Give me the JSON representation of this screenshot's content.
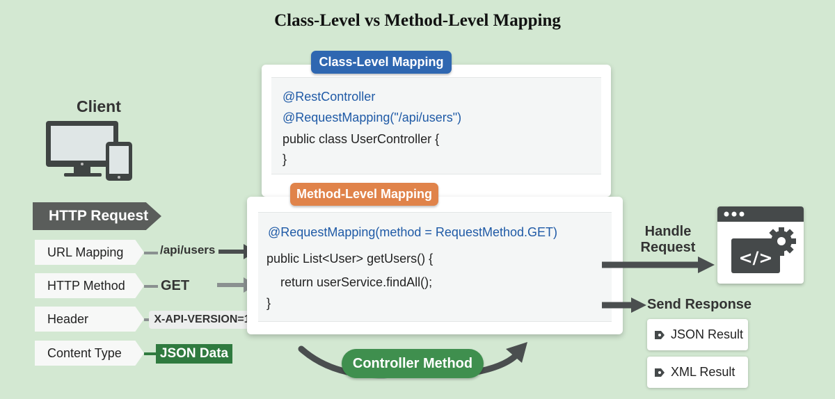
{
  "title": "Class-Level vs Method-Level Mapping",
  "client": {
    "label": "Client"
  },
  "http_request": {
    "label": "HTTP Request",
    "items": [
      {
        "label": "URL Mapping",
        "value": "/api/users"
      },
      {
        "label": "HTTP Method",
        "value": "GET"
      },
      {
        "label": "Header",
        "value": "X-API-VERSION=1"
      },
      {
        "label": "Content Type",
        "value": "JSON Data"
      }
    ]
  },
  "class_level": {
    "label": "Class-Level Mapping",
    "lines": [
      "@RestController",
      "@RequestMapping(\"/api/users\")",
      "public class UserController {",
      "}"
    ]
  },
  "method_level": {
    "label": "Method-Level Mapping",
    "lines": [
      "@RequestMapping(method = RequestMethod.GET)",
      "public List<User> getUsers() {",
      "    return userService.findAll();",
      "}"
    ]
  },
  "controller_method": {
    "label": "Controller Method"
  },
  "handle_request": {
    "label_line1": "Handle",
    "label_line2": "Request"
  },
  "send_response": {
    "label": "Send Response",
    "results": [
      "JSON Result",
      "XML Result"
    ]
  },
  "colors": {
    "class_pill": "#2f67b1",
    "method_pill": "#e0834a",
    "controller_pill": "#3f8f4e",
    "http_request": "#5a5d5b",
    "json_data": "#2f7a3f",
    "arrow": "#4a4e4f",
    "code_blue": "#1f5aa6"
  }
}
